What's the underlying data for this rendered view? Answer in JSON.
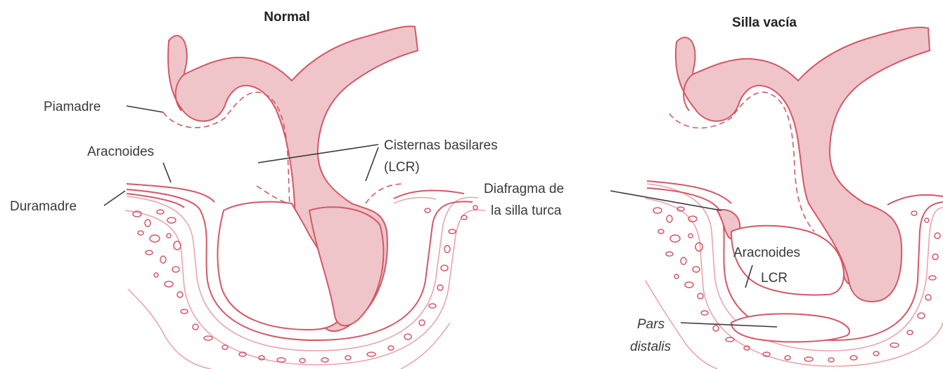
{
  "panels": {
    "normal": {
      "title": "Normal",
      "labels": {
        "piamadre": "Piamadre",
        "aracnoides": "Aracnoides",
        "duramadre": "Duramadre",
        "cisternas_line1": "Cisternas basilares",
        "cisternas_line2": "(LCR)"
      }
    },
    "empty_sella": {
      "title": "Silla vacía",
      "labels": {
        "diafragma_line1": "Diafragma de",
        "diafragma_line2": "la silla turca",
        "aracnoides": "Aracnoides",
        "lcr": "LCR",
        "pars_line1": "Pars",
        "pars_line2": "distalis"
      }
    }
  },
  "colors": {
    "tissue_fill": "#efc5c9",
    "outline": "#d35866",
    "text": "#3a3a3a"
  }
}
